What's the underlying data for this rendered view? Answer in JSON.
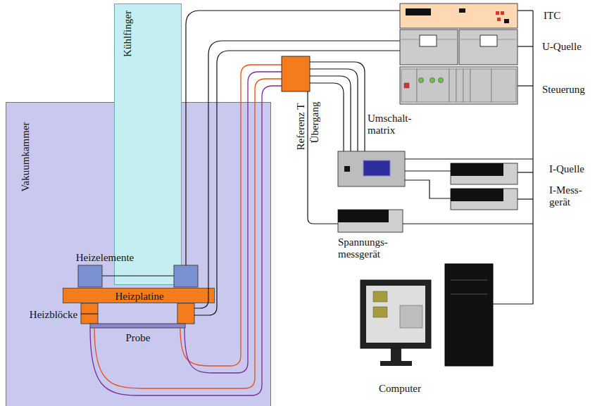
{
  "diagram": {
    "nodes": [
      {
        "text": [
          "Vakuumkammer"
        ]
      },
      {
        "text": [
          "Kühlfinger"
        ]
      },
      {
        "text": [
          "Heizplatine"
        ],
        "in": 0
      }
    ],
    "labels": [
      "Heizelemente",
      "Heizblöcke",
      "Probe",
      "Referenz T",
      "Übergang",
      "Umschalt- matrix",
      "Spannungs- messgerät",
      "ITC",
      "U-Quelle",
      "Steuerung",
      "I-Quelle",
      "I-Mess- gerät",
      "Computer"
    ]
  }
}
